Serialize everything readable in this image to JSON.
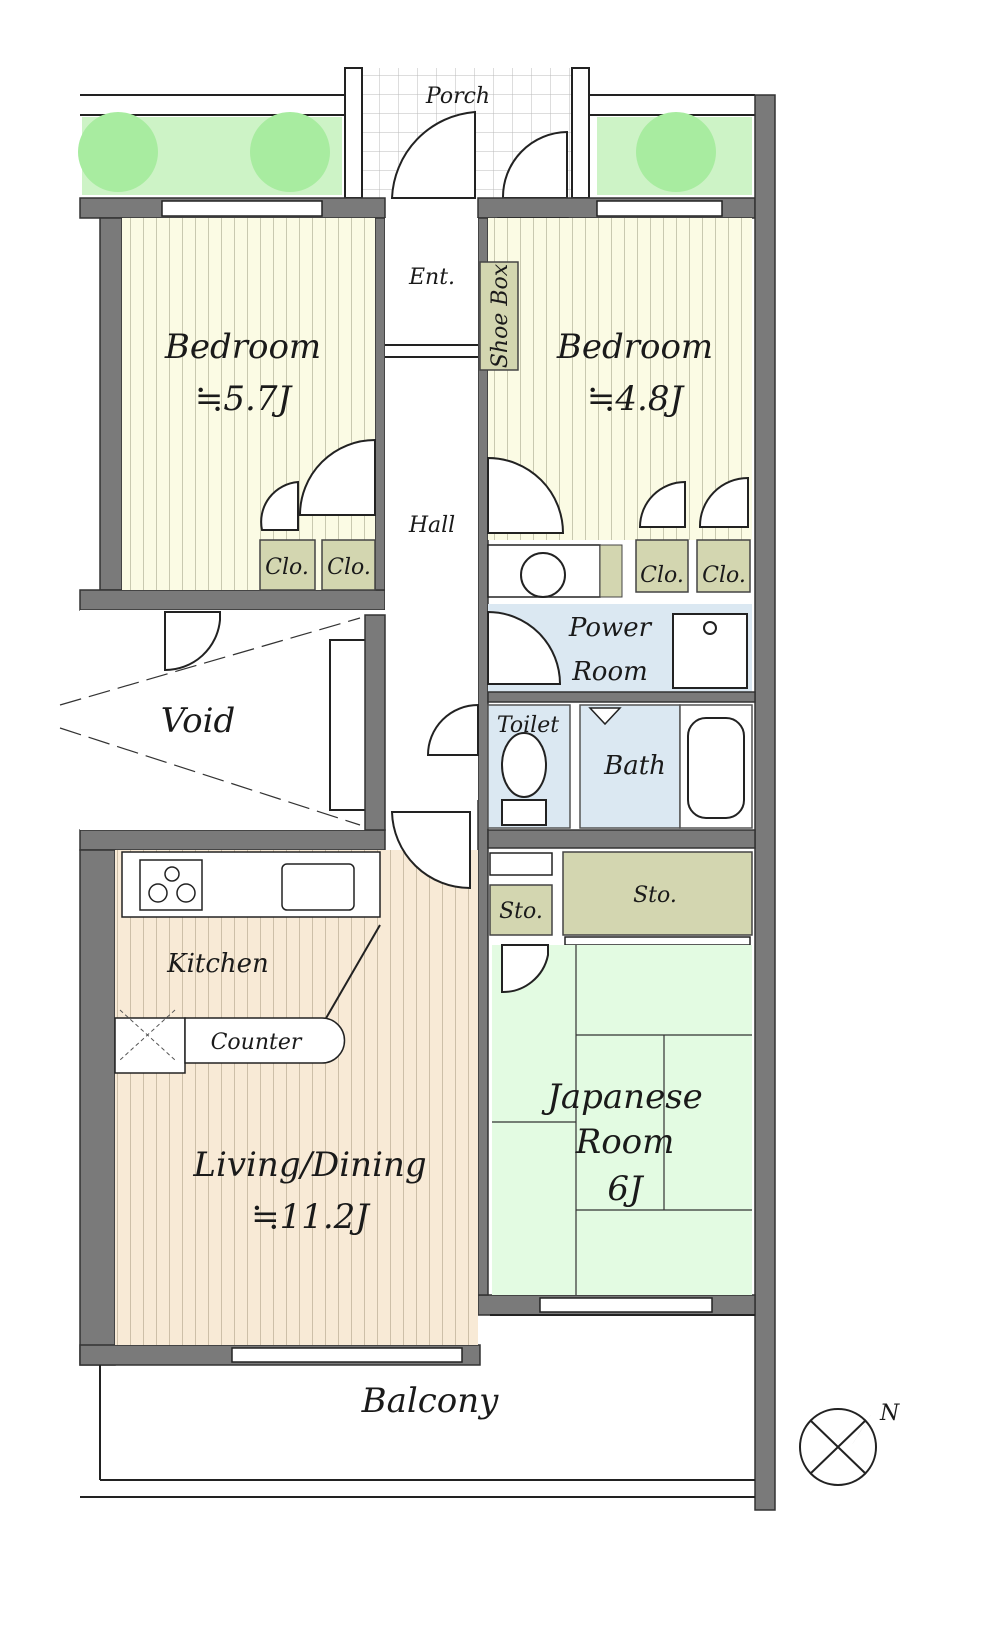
{
  "plan": {
    "porch": "Porch",
    "entrance": "Ent.",
    "shoe_box": "Shoe Box",
    "hall": "Hall",
    "bedroom_left": {
      "name": "Bedroom",
      "size": "≒5.7J"
    },
    "bedroom_right": {
      "name": "Bedroom",
      "size": "≒4.8J"
    },
    "closets": [
      "Clo.",
      "Clo.",
      "Clo.",
      "Clo."
    ],
    "power_room": [
      "Power",
      "Room"
    ],
    "toilet": "Toilet",
    "bath": "Bath",
    "void": "Void",
    "storage": [
      "Sto.",
      "Sto."
    ],
    "kitchen": "Kitchen",
    "counter": "Counter",
    "living": {
      "name": "Living/Dining",
      "size": "≒11.2J"
    },
    "japanese_room": {
      "name": [
        "Japanese",
        "Room"
      ],
      "size": "6J"
    },
    "balcony": "Balcony",
    "compass": "N"
  },
  "colors": {
    "bedroom": "#fbfbe4",
    "living": "#f8ead6",
    "wet": "#dbe8f2",
    "tatami": "#e3fbe2",
    "storage": "#d3d6b0",
    "wall": "#7a7a7a",
    "plant": "#a8eca0"
  }
}
